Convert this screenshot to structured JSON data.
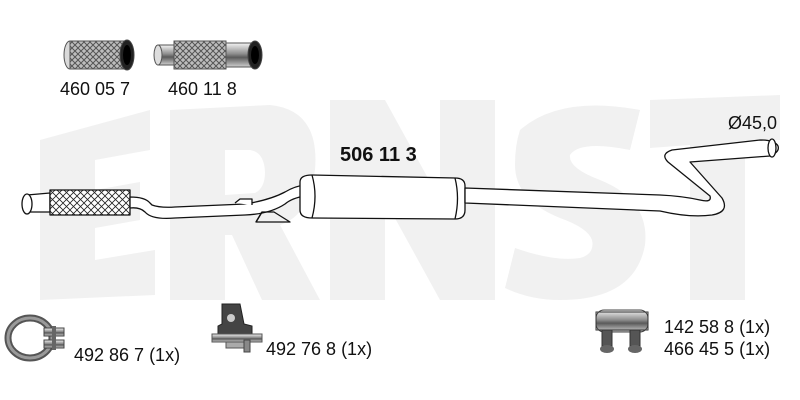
{
  "watermark": {
    "brand": "ERNST"
  },
  "colors": {
    "line": "#111111",
    "pipe_fill": "#ffffff",
    "watermark": "#f2f2f2",
    "part_shade": "#9a9a9a"
  },
  "parts": {
    "flex_pipe_1": {
      "number": "460 05 7"
    },
    "flex_pipe_2": {
      "number": "460 11 8"
    },
    "main_pipe": {
      "number": "506 11 3",
      "diameter": "Ø45,0"
    },
    "clamp": {
      "number": "492 86 7 (1x)"
    },
    "bracket": {
      "number": "492 76 8 (1x)"
    },
    "clamp_kit": {
      "number_1": "142 58 8 (1x)",
      "number_2": "466 45 5 (1x)"
    }
  }
}
